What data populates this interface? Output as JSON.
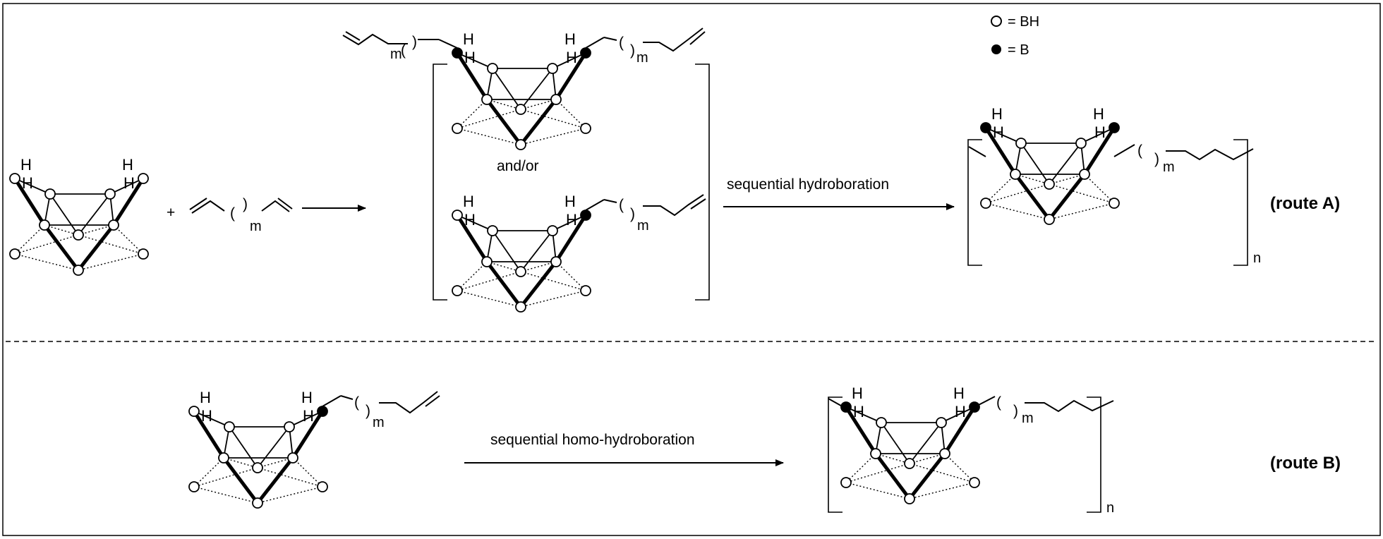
{
  "legend": {
    "open_circle": "= BH",
    "filled_circle": "= B"
  },
  "atoms": {
    "hydrogen": "H",
    "subscript_m": "m",
    "subscript_n": "n",
    "plus": "+"
  },
  "route_a": {
    "label": "(route A)",
    "conjunction": "and/or",
    "arrow_label": "sequential hydroboration"
  },
  "route_b": {
    "label": "(route B)",
    "arrow_label": "sequential homo-hydroboration"
  },
  "colors": {
    "ink": "#000000",
    "background": "#ffffff"
  }
}
